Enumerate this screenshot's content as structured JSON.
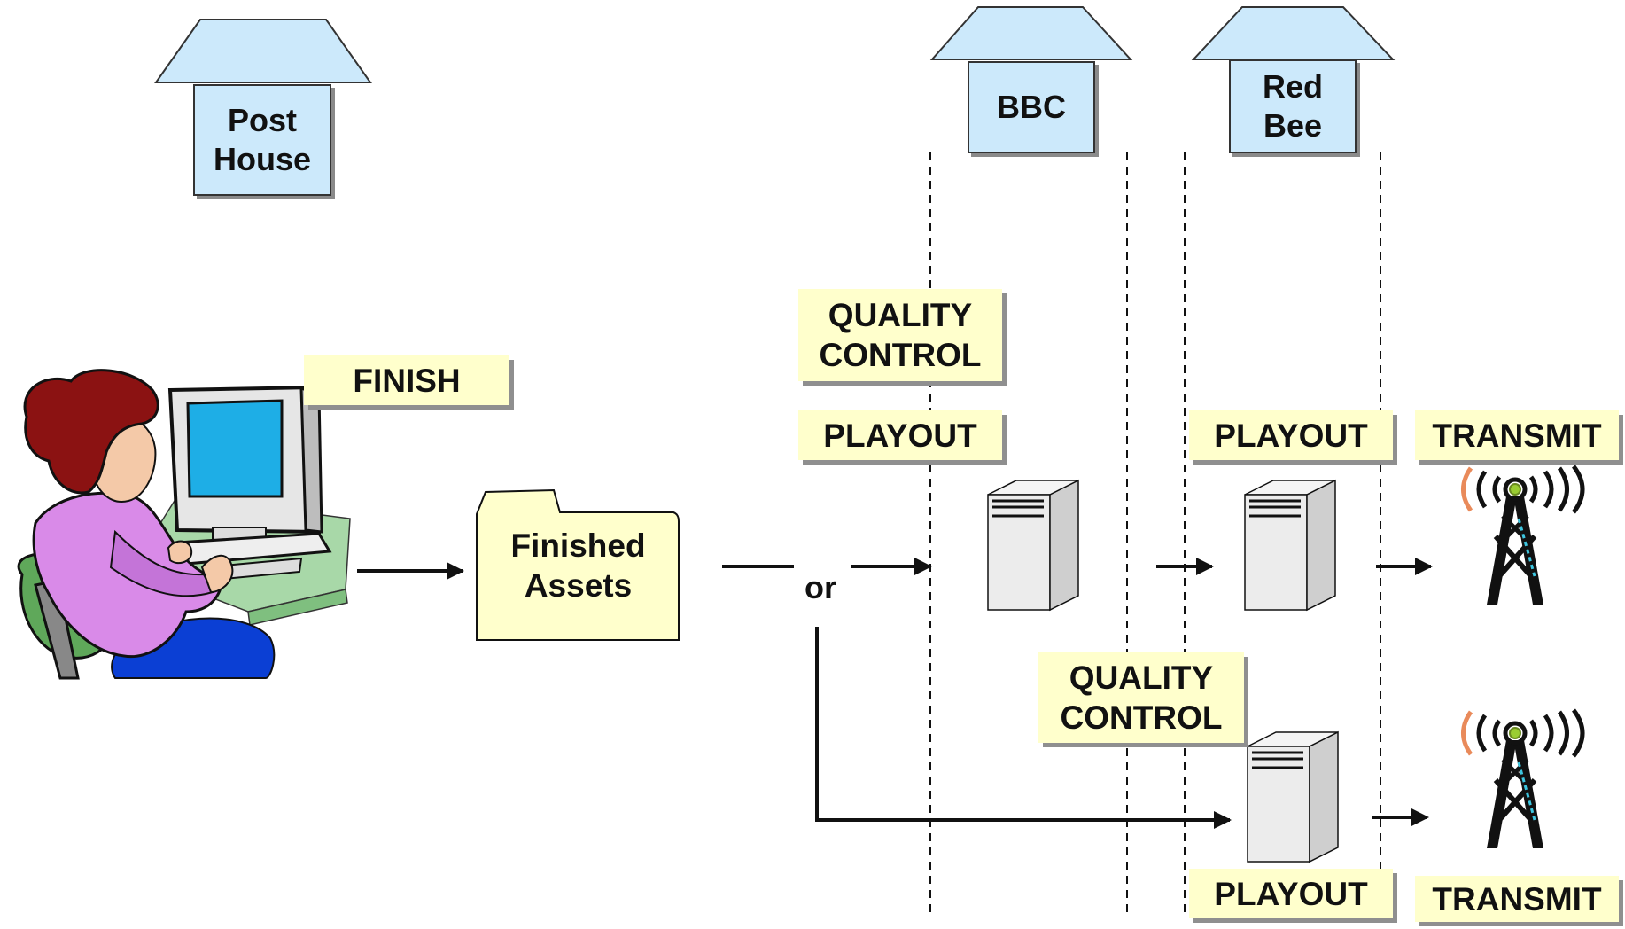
{
  "locations": {
    "post_house": "Post\nHouse",
    "bbc": "BBC",
    "red_bee": "Red\nBee"
  },
  "labels": {
    "finish": "FINISH",
    "quality_control_top": "QUALITY\nCONTROL",
    "playout_bbc": "PLAYOUT",
    "playout_redbee_top": "PLAYOUT",
    "transmit_top": "TRANSMIT",
    "quality_control_bottom": "QUALITY\nCONTROL",
    "playout_redbee_bottom": "PLAYOUT",
    "transmit_bottom": "TRANSMIT"
  },
  "folder": {
    "label": "Finished\nAssets"
  },
  "connector": {
    "or": "or"
  },
  "icons": {
    "person": "person-at-computer-icon",
    "folder": "folder-icon",
    "server": "server-icon",
    "tower": "transmission-tower-icon"
  },
  "colors": {
    "house_fill": "#cce9fb",
    "label_fill": "#ffffcc",
    "folder_fill": "#ffffcc",
    "shadow": "#8f8f8f"
  }
}
